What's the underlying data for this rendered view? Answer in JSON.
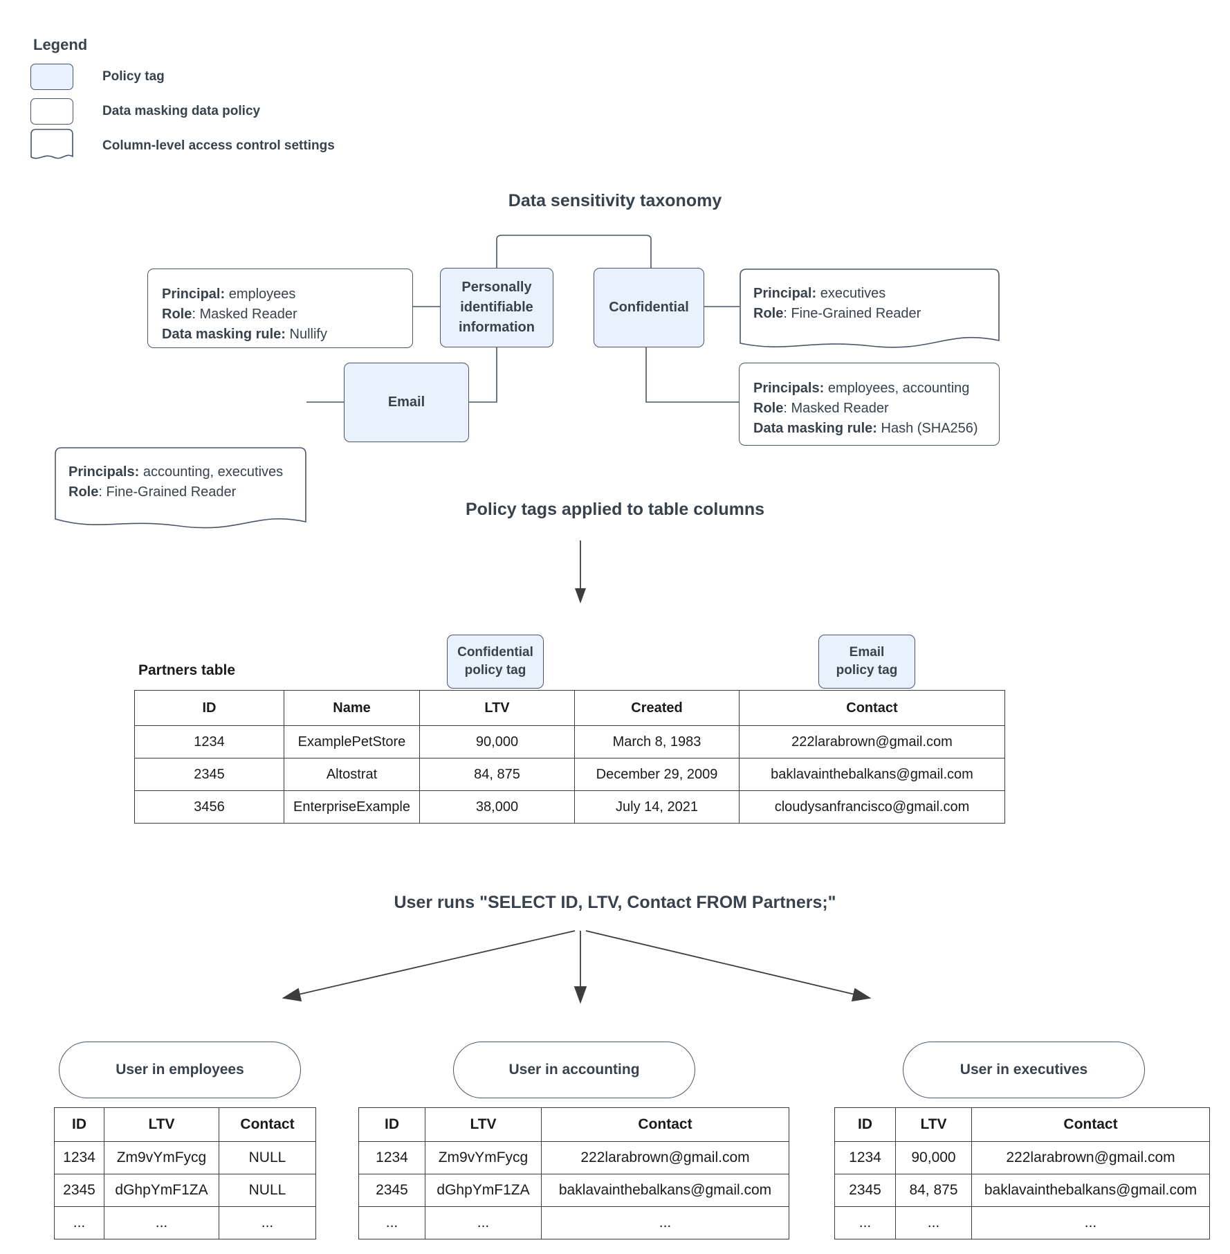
{
  "legend": {
    "title": "Legend",
    "items": [
      {
        "shape": "policy-tag",
        "label": "Policy tag"
      },
      {
        "shape": "data-masking-policy",
        "label": "Data masking data policy"
      },
      {
        "shape": "column-level-access-control",
        "label": "Column-level access control settings"
      }
    ]
  },
  "taxonomy": {
    "title": "Data sensitivity taxonomy",
    "tags": {
      "pii": "Personally identifiable information",
      "confidential": "Confidential",
      "email": "Email"
    },
    "policies": {
      "pii_masking": {
        "principal_label": "Principal:",
        "principal_value": " employees",
        "role_label": "Role",
        "role_value": ": Masked Reader",
        "rule_label": "Data masking rule:",
        "rule_value": " Nullify"
      },
      "email_access": {
        "principal_label": "Principals:",
        "principal_value": " accounting, executives",
        "role_label": "Role",
        "role_value": ": Fine-Grained Reader"
      },
      "confidential_access": {
        "principal_label": "Principal:",
        "principal_value": " executives",
        "role_label": "Role",
        "role_value": ": Fine-Grained Reader"
      },
      "confidential_masking": {
        "principal_label": "Principals:",
        "principal_value": " employees, accounting",
        "role_label": "Role",
        "role_value": ": Masked Reader",
        "rule_label": "Data masking rule:",
        "rule_value": " Hash (SHA256)"
      }
    }
  },
  "applied": {
    "title": "Policy tags applied to table columns",
    "partners_label": "Partners table",
    "tag_confidential_line1": "Confidential",
    "tag_confidential_line2": "policy tag",
    "tag_email_line1": "Email",
    "tag_email_line2": "policy tag",
    "table": {
      "headers": [
        "ID",
        "Name",
        "LTV",
        "Created",
        "Contact"
      ],
      "rows": [
        [
          "1234",
          "ExamplePetStore",
          "90,000",
          "March 8, 1983",
          "222larabrown@gmail.com"
        ],
        [
          "2345",
          "Altostrat",
          "84, 875",
          "December 29, 2009",
          "baklavainthebalkans@gmail.com"
        ],
        [
          "3456",
          "EnterpriseExample",
          "38,000",
          "July 14, 2021",
          "cloudysanfrancisco@gmail.com"
        ]
      ]
    }
  },
  "query": {
    "title": "User runs \"SELECT ID, LTV, Contact FROM Partners;\""
  },
  "results": [
    {
      "persona": "User in employees",
      "headers": [
        "ID",
        "LTV",
        "Contact"
      ],
      "rows": [
        [
          "1234",
          "Zm9vYmFycg",
          "NULL"
        ],
        [
          "2345",
          "dGhpYmF1ZA",
          "NULL"
        ],
        [
          "...",
          "...",
          "..."
        ]
      ]
    },
    {
      "persona": "User in accounting",
      "headers": [
        "ID",
        "LTV",
        "Contact"
      ],
      "rows": [
        [
          "1234",
          "Zm9vYmFycg",
          "222larabrown@gmail.com"
        ],
        [
          "2345",
          "dGhpYmF1ZA",
          "baklavainthebalkans@gmail.com"
        ],
        [
          "...",
          "...",
          "..."
        ]
      ]
    },
    {
      "persona": "User in executives",
      "headers": [
        "ID",
        "LTV",
        "Contact"
      ],
      "rows": [
        [
          "1234",
          "90,000",
          "222larabrown@gmail.com"
        ],
        [
          "2345",
          "84, 875",
          "baklavainthebalkans@gmail.com"
        ],
        [
          "...",
          "...",
          "..."
        ]
      ]
    }
  ],
  "colors": {
    "policy_tag_fill": "#e9f1fd",
    "stroke": "#4a5568",
    "text": "#37424d",
    "table_stroke": "#3c3c3c"
  }
}
